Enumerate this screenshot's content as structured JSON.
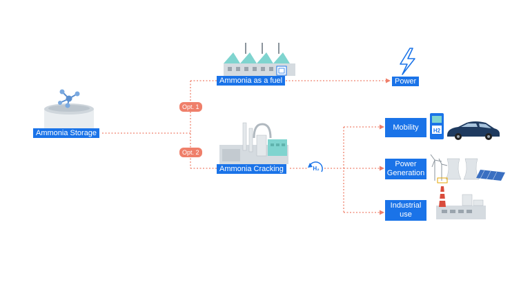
{
  "nodes": {
    "storage": "Ammonia Storage",
    "fuel": "Ammonia as a fuel",
    "cracking": "Ammonia Cracking",
    "power": "Power",
    "mobility": "Mobility",
    "power_generation": "Power\nGeneration",
    "industrial_use": "Industrial\nuse"
  },
  "options": {
    "opt1": "Opt. 1",
    "opt2": "Opt. 2"
  },
  "h2_symbol": "H₂",
  "pump_text": "H2",
  "colors": {
    "label_blue": "#1a73e8",
    "connector": "#ef7f6a",
    "car": "#1e3a5f"
  }
}
